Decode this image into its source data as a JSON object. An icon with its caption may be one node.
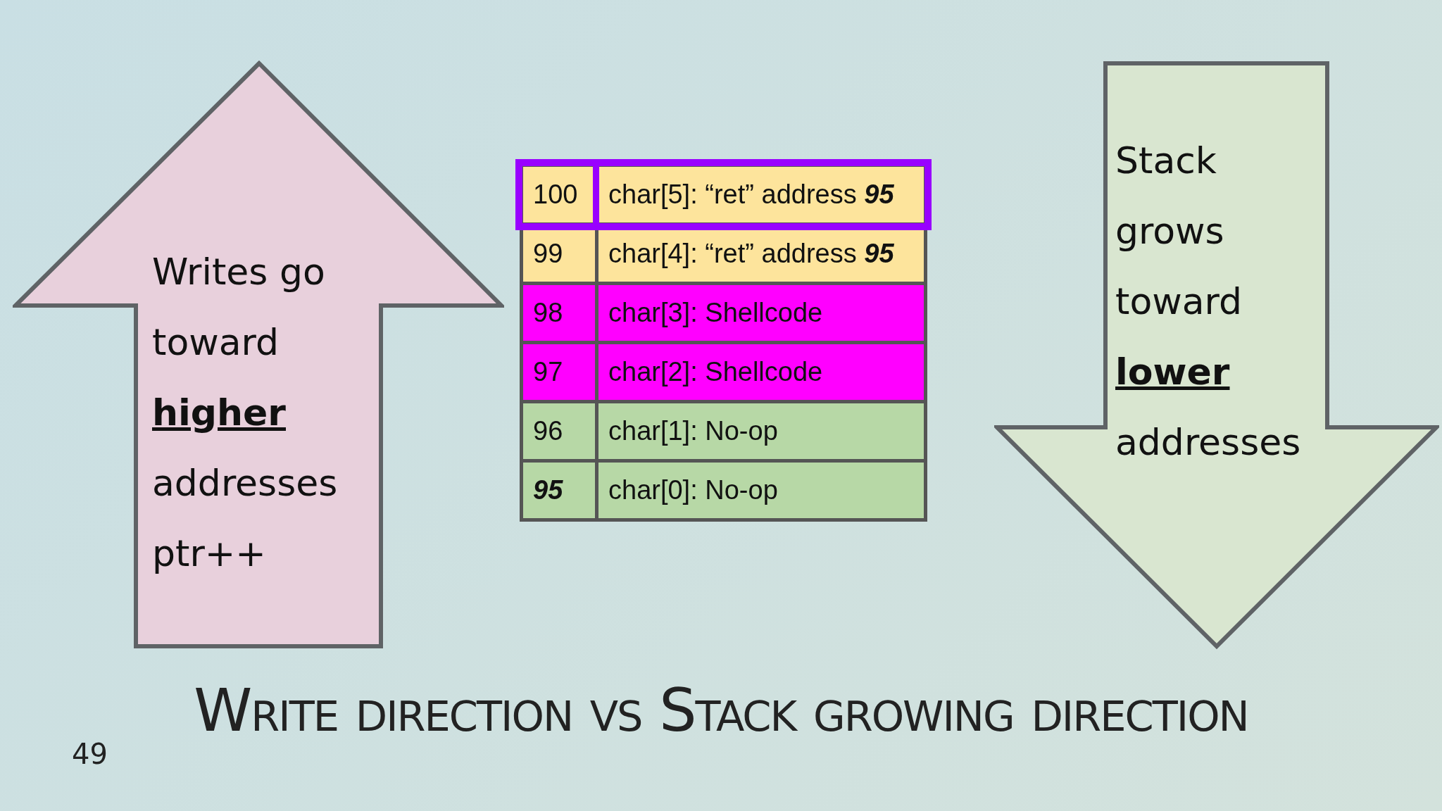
{
  "diagram": {
    "title": "Write direction vs Stack growing direction",
    "nodes": [
      {
        "text": [
          "Writes go toward **higher** addresses",
          "ptr++"
        ]
      },
      {
        "text": [
          "Stack grows toward **lower** addresses"
        ]
      }
    ],
    "labels": [
      "100",
      "char[5]: “ret” address **95**",
      "99",
      "char[4]: “ret” address **95**",
      "98",
      "char[3]: Shellcode",
      "97",
      "char[2]: Shellcode",
      "96",
      "char[1]: No-op",
      "95",
      "char[0]: No-op",
      "49"
    ]
  }
}
